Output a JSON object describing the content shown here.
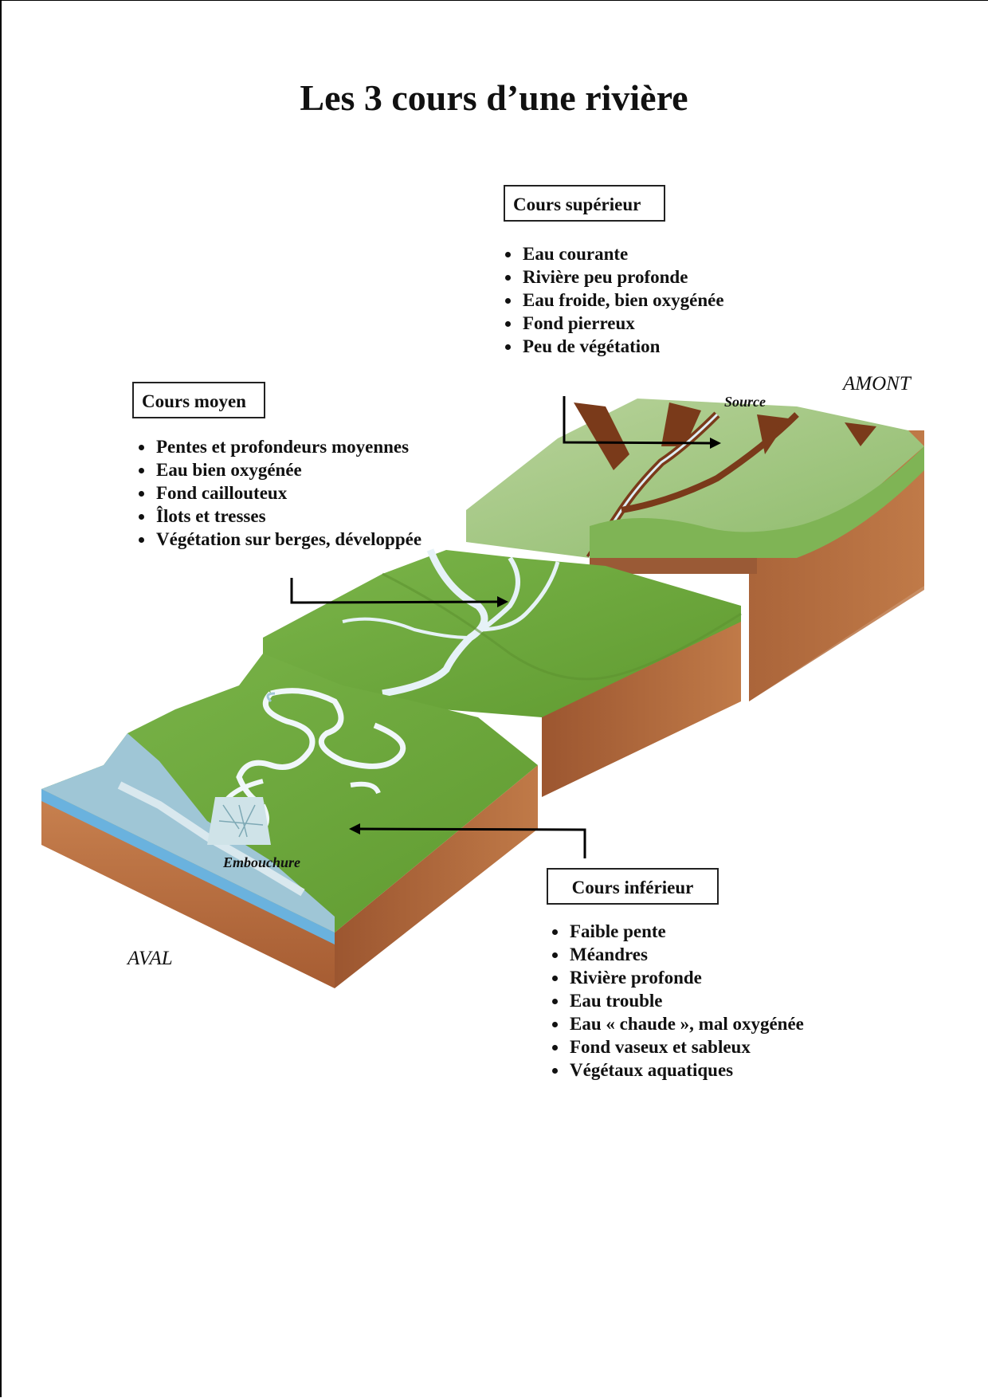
{
  "title": "Les 3 cours d’une rivière",
  "sections": {
    "superieur": {
      "heading": "Cours supérieur",
      "items": [
        "Eau courante",
        "Rivière peu profonde",
        "Eau froide, bien oxygénée",
        "Fond pierreux",
        "Peu de végétation"
      ]
    },
    "moyen": {
      "heading": "Cours moyen",
      "items": [
        "Pentes et profondeurs moyennes",
        "Eau bien oxygénée",
        "Fond caillouteux",
        "Îlots et tresses",
        "Végétation sur berges, développée"
      ]
    },
    "inferieur": {
      "heading": "Cours inférieur",
      "items": [
        "Faible pente",
        "Méandres",
        "Rivière profonde",
        "Eau trouble",
        "Eau « chaude », mal oxygénée",
        "Fond vaseux et sableux",
        "Végétaux aquatiques"
      ]
    }
  },
  "labels": {
    "amont": "AMONT",
    "aval": "AVAL",
    "source": "Source",
    "embouchure": "Embouchure"
  },
  "colors": {
    "grass": "#6fa83a",
    "grass_light": "#a6c98a",
    "soil": "#b4673a",
    "soil_dark": "#7a3a1a",
    "water": "#8ec9e8"
  }
}
